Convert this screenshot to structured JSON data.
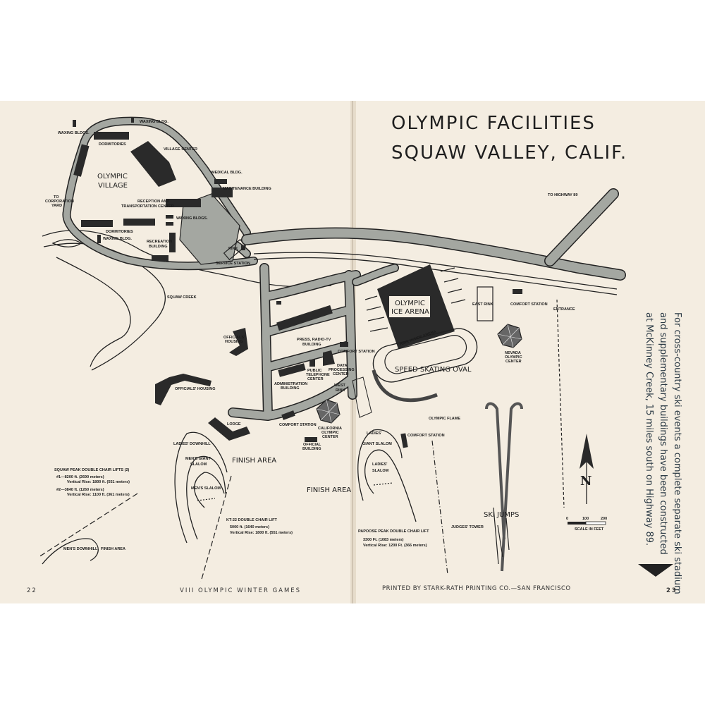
{
  "title": {
    "line1": "OLYMPIC FACILITIES",
    "line2": "SQUAW VALLEY, CALIF."
  },
  "side_note": [
    "For cross-country ski events a complete separate ski stadium",
    "and supplementary buildings have been constructed",
    "at McKinney Creek, 15 miles south on Highway 89."
  ],
  "footer": {
    "page_left": "22",
    "left_text": "VIII OLYMPIC WINTER GAMES",
    "right_text": "PRINTED BY STARK-RATH PRINTING CO.—SAN FRANCISCO",
    "page_right": "23"
  },
  "labels": {
    "waxing_bldgs": "WAXING BLDGS.",
    "waxing_bldg_top": "WAXING BLDG.",
    "dormitories_top": "DORMITORIES",
    "village_center": "VILLAGE CENTER",
    "olympic_village_1": "OLYMPIC",
    "olympic_village_2": "VILLAGE",
    "medical_bldg": "MEDICAL BLDG.",
    "maintenance": "MAINTENANCE BUILDING",
    "corp_yard_1": "TO",
    "corp_yard_2": "CORPORATION",
    "corp_yard_3": "YARD",
    "reception_1": "RECEPTION AND",
    "reception_2": "TRANSPORTATION CENTER",
    "waxing_bldgs_2": "WAXING BLDGS.",
    "dormitories_bottom": "DORMITORIES",
    "waxing_bldg_bottom": "WAXING BLDG.",
    "recreation_1": "RECREATION",
    "recreation_2": "BUILDING",
    "rink": "RINK",
    "service_station": "SERVICE STATION",
    "squaw_creek": "SQUAW CREEK",
    "officials_housing_1": "OFFICIALS'",
    "officials_housing_2": "HOUSING",
    "officials_housing_b": "OFFICIALS' HOUSING",
    "press_1": "PRESS, RADIO-TV",
    "press_2": "BUILDING",
    "comfort_1": "COMFORT STATION",
    "public_phone_1": "PUBLIC",
    "public_phone_2": "TELEPHONE",
    "public_phone_3": "CENTER",
    "data_1": "DATA",
    "data_2": "PROCESSING",
    "data_3": "CENTER",
    "admin_1": "ADMINISTRATION",
    "admin_2": "BUILDING",
    "west_rink_1": "WEST",
    "west_rink_2": "RINK",
    "lodge": "LODGE",
    "comfort_2": "COMFORT STATION",
    "california_1": "CALIFORNIA",
    "california_2": "OLYMPIC",
    "california_3": "CENTER",
    "official_bldg_1": "OFFICIAL",
    "official_bldg_2": "BUILDING",
    "ice_arena_1": "OLYMPIC",
    "ice_arena_2": "ICE ARENA",
    "rink_inside": "RINK INSIDE ARENA",
    "east_rink": "EAST RINK",
    "comfort_3": "COMFORT STATION",
    "entrance": "ENTRANCE",
    "highway": "TO HIGHWAY 89",
    "nevada_1": "NEVADA",
    "nevada_2": "OLYMPIC",
    "nevada_3": "CENTER",
    "speed_oval": "SPEED SKATING OVAL",
    "olympic_flame": "OLYMPIC FLAME",
    "ladies_downhill": "LADIES' DOWNHILL",
    "mens_giant_1": "MEN'S GIANT",
    "mens_giant_2": "SLALOM",
    "finish_area_1": "FINISH AREA",
    "mens_slalom": "MEN'S SLALOM",
    "finish_area_2": "FINISH AREA",
    "squaw_peak": "SQUAW PEAK DOUBLE CHAIR LIFTS (2)",
    "squaw_peak_1a": "#1—8200 ft. (2690 meters)",
    "squaw_peak_1b": "Vertical Rise: 1800 ft. (551 meters)",
    "squaw_peak_2a": "#2—3840 ft. (1260 meters)",
    "squaw_peak_2b": "Vertical Rise: 1100 ft. (361 meters)",
    "kt22": "KT-22 DOUBLE CHAIR LIFT",
    "kt22_a": "5000 ft. (1640 meters)",
    "kt22_b": "Vertical Rise: 1800 ft. (551 meters)",
    "mens_downhill": "MEN'S DOWNHILL",
    "finish_area_3": "FINISH AREA",
    "ladies_giant_1": "LADIES'",
    "ladies_giant_2": "GIANT SLALOM",
    "comfort_4": "COMFORT STATION",
    "ladies_slalom_1": "LADIES'",
    "ladies_slalom_2": "SLALOM",
    "papoose": "PAPOOSE PEAK DOUBLE CHAIR LIFT",
    "papoose_a": "3300 Ft. (1083 meters)",
    "papoose_b": "Vertical Rise: 1200 Ft. (366 meters)",
    "judges_tower": "JUDGES' TOWER",
    "ski_jumps": "SKI JUMPS",
    "north": "N",
    "scale_0": "0",
    "scale_100": "100",
    "scale_200": "200",
    "scale_label": "SCALE IN FEET"
  }
}
